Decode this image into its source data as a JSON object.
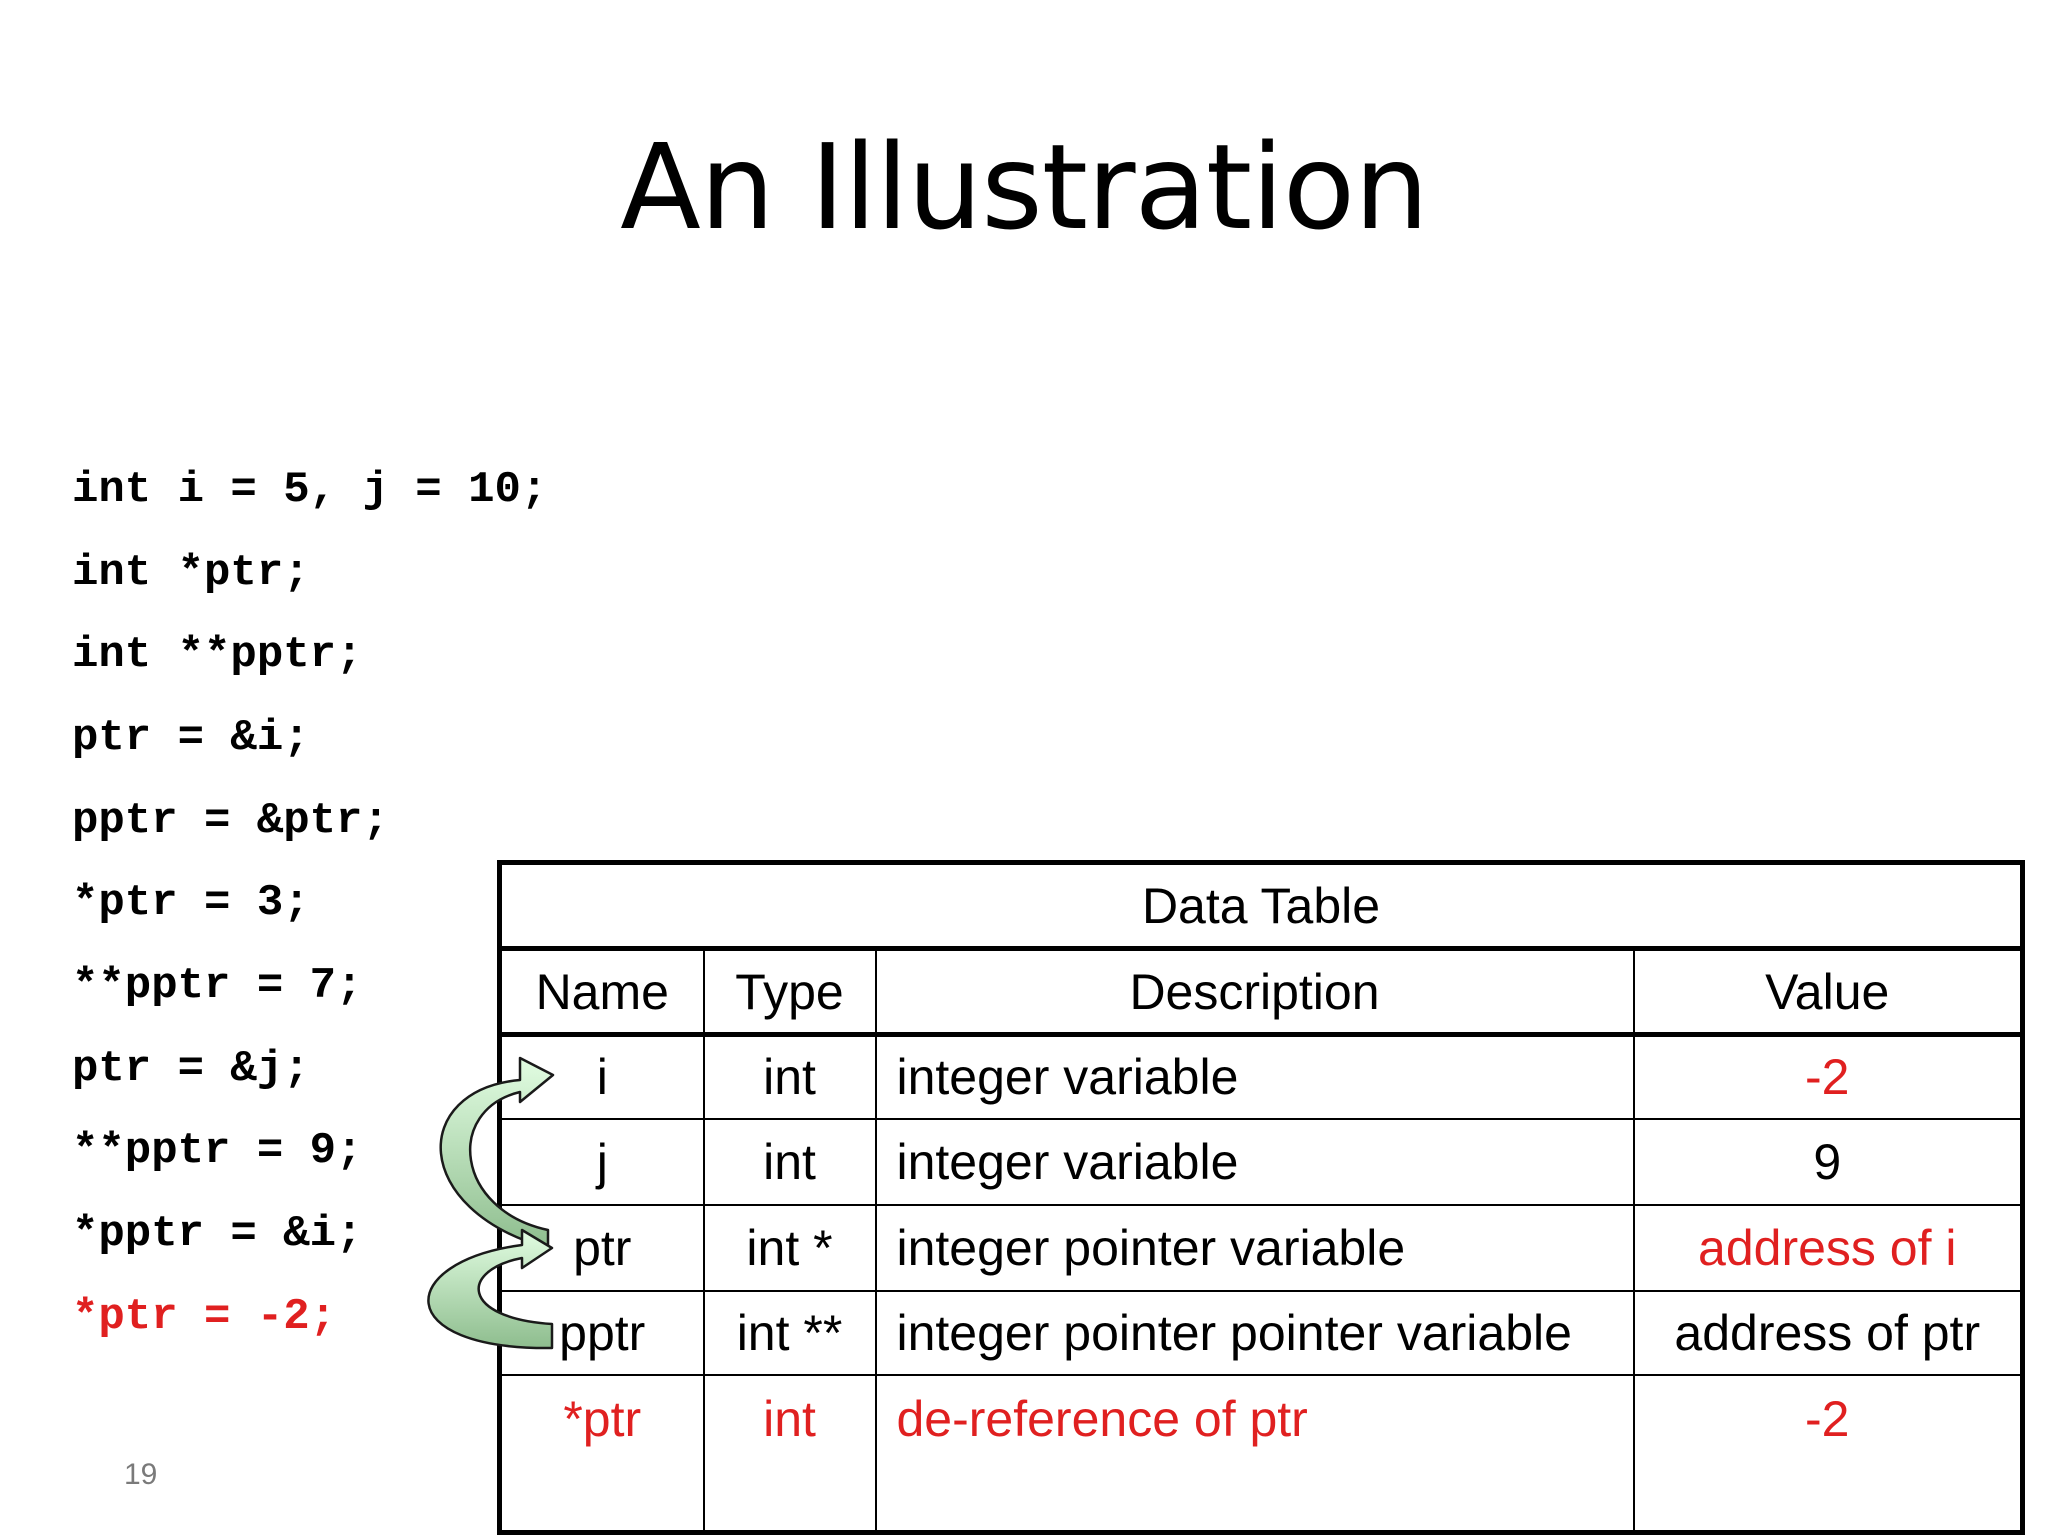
{
  "slide": {
    "title": "An Illustration",
    "number": "19"
  },
  "code": [
    {
      "text": "int i = 5, j = 10;",
      "color": "#000000"
    },
    {
      "text": "int *ptr;",
      "color": "#000000"
    },
    {
      "text": "int **pptr;",
      "color": "#000000"
    },
    {
      "text": "ptr = &i;",
      "color": "#000000"
    },
    {
      "text": "pptr = &ptr;",
      "color": "#000000"
    },
    {
      "text": "*ptr = 3;",
      "color": "#000000"
    },
    {
      "text": "**pptr = 7;",
      "color": "#000000"
    },
    {
      "text": "ptr = &j;",
      "color": "#000000"
    },
    {
      "text": "**pptr = 9;",
      "color": "#000000"
    },
    {
      "text": "*pptr = &i;",
      "color": "#000000"
    },
    {
      "text": "*ptr = -2;",
      "color": "#e02020"
    }
  ],
  "table": {
    "title": "Data Table",
    "headers": {
      "name": "Name",
      "type": "Type",
      "description": "Description",
      "value": "Value"
    },
    "rows": [
      {
        "name": "i",
        "type": "int",
        "description": "integer variable",
        "value": "-2"
      },
      {
        "name": "j",
        "type": "int",
        "description": "integer variable",
        "value": "9"
      },
      {
        "name": "ptr",
        "type": "int *",
        "description": "integer pointer variable",
        "value": "address of i"
      },
      {
        "name": "pptr",
        "type": "int **",
        "description": "integer pointer pointer variable",
        "value": "address of ptr"
      },
      {
        "name": "*ptr",
        "type": "int",
        "description": "de-reference of ptr",
        "value": "-2"
      }
    ]
  },
  "colors": {
    "highlight": "#e02020",
    "arrow_light": "#d9fbd9",
    "arrow_dark": "#8fbf8f"
  }
}
